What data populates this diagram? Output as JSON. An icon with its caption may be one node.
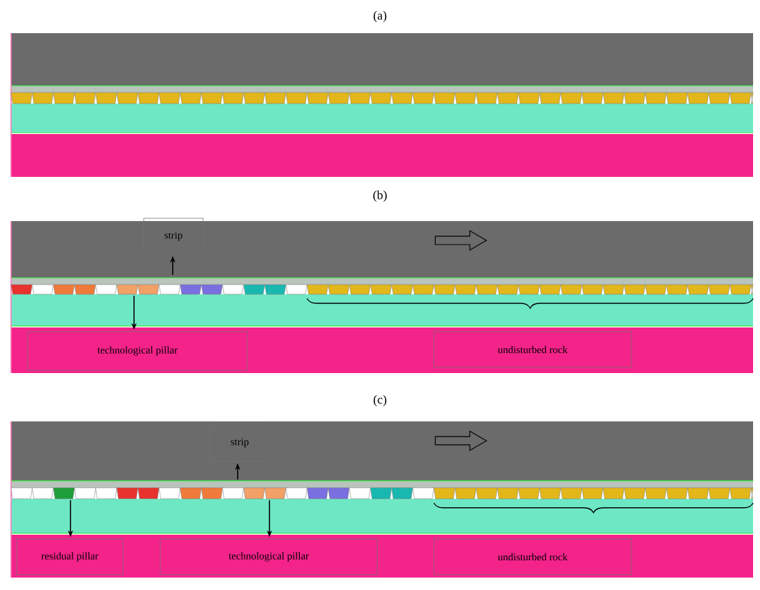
{
  "diagram": {
    "nodes": [
      {
        "text": [
          "strip"
        ]
      },
      {
        "text": [
          "technological pillar"
        ]
      },
      {
        "text": [
          "undisturbed rock"
        ]
      },
      {
        "text": [
          "strip"
        ]
      },
      {
        "text": [
          "residual pillar"
        ]
      },
      {
        "text": [
          "technological pillar"
        ]
      },
      {
        "text": [
          "undisturbed rock"
        ]
      }
    ],
    "edges": [
      {
        "from": null,
        "to": 0,
        "arrow": "to"
      },
      {
        "from": null,
        "to": 1,
        "arrow": "to"
      },
      {
        "from": null,
        "to": 3,
        "arrow": "to"
      },
      {
        "from": null,
        "to": 4,
        "arrow": "to"
      },
      {
        "from": null,
        "to": 5,
        "arrow": "to"
      }
    ],
    "labels": [
      "(a)",
      "(b)",
      "(c)"
    ]
  }
}
